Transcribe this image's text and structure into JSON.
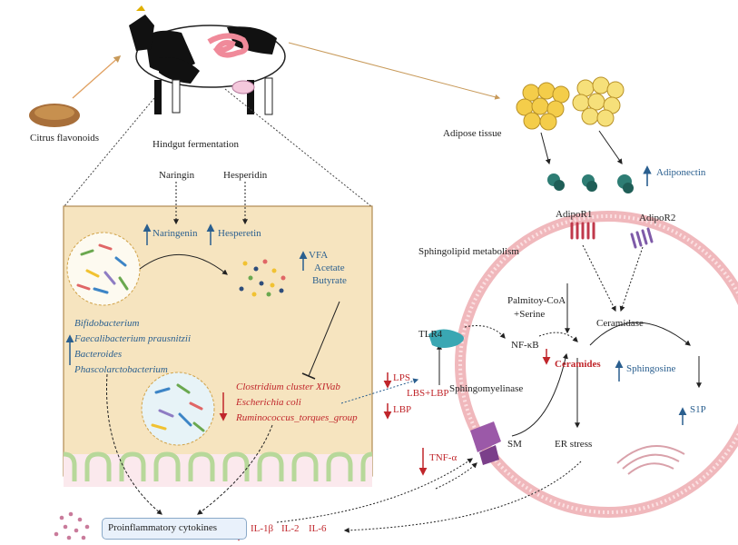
{
  "labels": {
    "citrus_flavonoids": "Citrus flavonoids",
    "hindgut_fermentation": "Hindgut fermentation",
    "adipose_tissue": "Adipose tissue",
    "adiponectin": "Adiponectin",
    "naringin": "Naringin",
    "hesperidin": "Hesperidin",
    "naringenin": "Naringenin",
    "hesperetin": "Hesperetin",
    "vfa": "VFA",
    "acetate": "Acetate",
    "butyrate": "Butyrate",
    "sphingolipid_metabolism": "Sphingolipid  metabolism",
    "adipor1": "AdipoR1",
    "adipor2": "AdipoR2",
    "palmitoy_coa": "Palmitoy-CoA",
    "serine": "+Serine",
    "ceramidase": "Ceramidase",
    "tlr4": "TLR4",
    "nfkb": "NF-κB",
    "ceramides": "Ceramides",
    "sphingosine": "Sphingosine",
    "sphingomyelinase": "Sphingomyelinase",
    "s1p": "S1P",
    "sm": "SM",
    "er_stress": "ER stress",
    "lps": "LPS",
    "lbs_lbp": "LBS+LBP",
    "lbp": "LBP",
    "tnf_alpha": "TNF-α",
    "proinflammatory_cytokines": "Proinflammatory cytokines",
    "il1b": "IL-1β",
    "il2": "IL-2",
    "il6": "IL-6"
  },
  "increased_bacteria": [
    "Bifidobacterium",
    "Faecalibacterium prausnitzii",
    "Bacteroides",
    "Phascolarctobacterium"
  ],
  "decreased_bacteria": [
    "Clostridium cluster XIVab",
    "Escherichia coli",
    "Ruminococcus_torques_group"
  ],
  "colors": {
    "increase": "#2a5f8f",
    "decrease": "#c0262b",
    "gut_panel": "#f6e4bf",
    "cell_membrane": "#f0b8bc",
    "villi": "#b7d89a"
  }
}
